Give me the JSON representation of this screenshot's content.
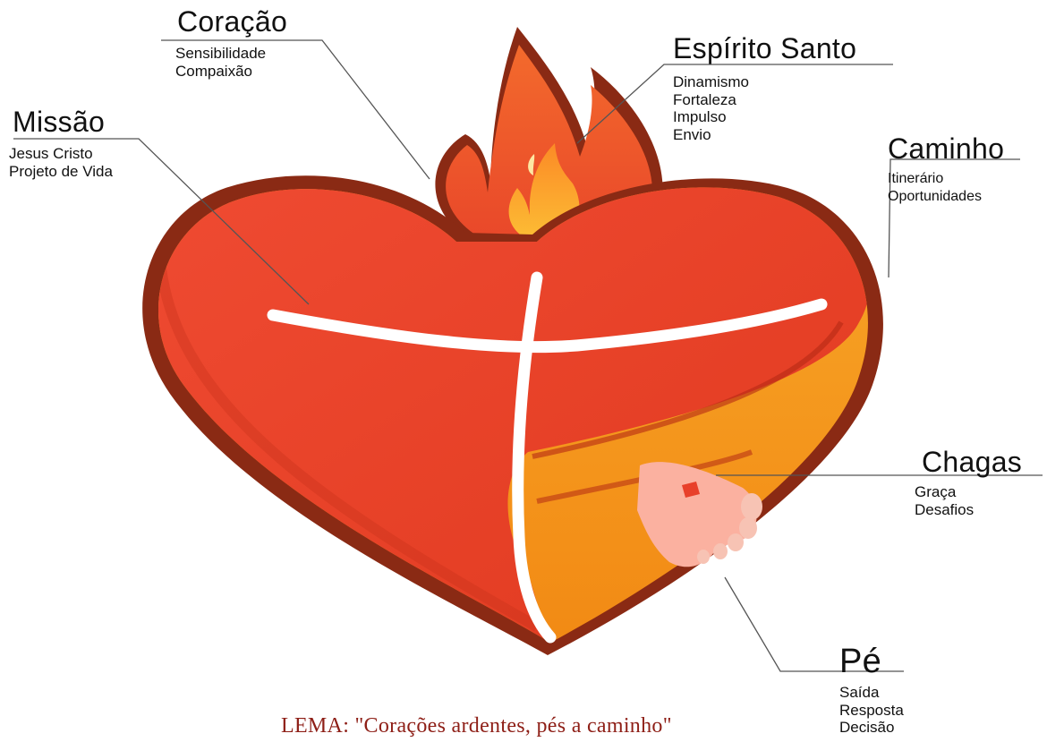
{
  "labels": {
    "coracao": {
      "title": "Coração",
      "items": [
        "Sensibilidade",
        "Compaixão"
      ]
    },
    "espirito_santo": {
      "title": "Espírito Santo",
      "items": [
        "Dinamismo",
        "Fortaleza",
        "Impulso",
        "Envio"
      ]
    },
    "missao": {
      "title": "Missão",
      "items": [
        "Jesus Cristo",
        "Projeto de Vida"
      ]
    },
    "caminho": {
      "title": "Caminho",
      "items": [
        "Itinerário",
        "Oportunidades"
      ]
    },
    "chagas": {
      "title": "Chagas",
      "items": [
        "Graça",
        "Desafios"
      ]
    },
    "pe": {
      "title": "Pé",
      "items": [
        "Saída",
        "Resposta",
        "Decisão"
      ]
    }
  },
  "motto": "LEMA: \"Corações ardentes, pés a caminho\"",
  "colors": {
    "heart_red": "#e8402a",
    "heart_orange": "#f59a1e",
    "outline": "#8a2a14",
    "flame_outer": "#ee5226",
    "flame_inner": "#fbb22a",
    "cross": "#ffffff",
    "leader_line": "#444444",
    "motto": "#8e1f17"
  }
}
